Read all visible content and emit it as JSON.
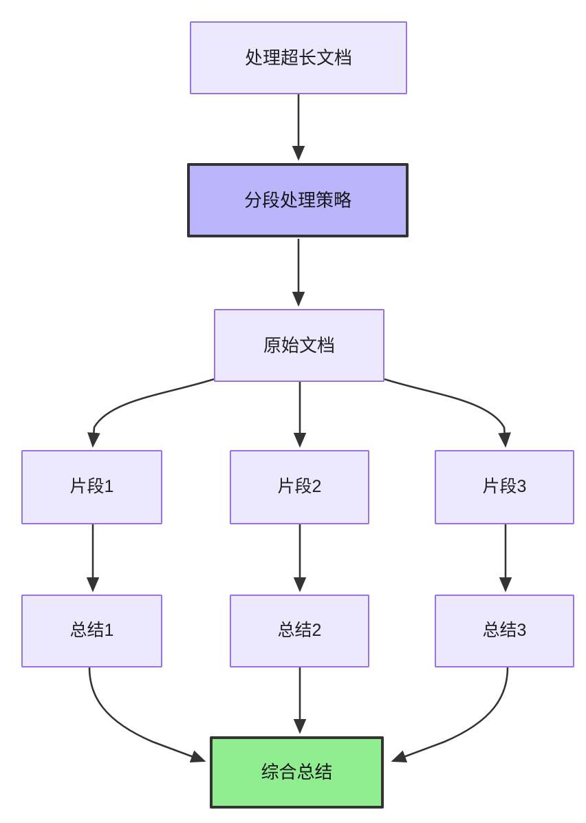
{
  "diagram": {
    "type": "flowchart",
    "direction": "top-down",
    "background_color": "#ffffff",
    "styles": {
      "default_fill": "#ECE8FD",
      "default_stroke": "#9673E0",
      "strategy_fill": "#BBB6FC",
      "strategy_stroke": "#333333",
      "final_fill": "#90EE90",
      "final_stroke": "#333333",
      "edge_color": "#333333",
      "text_color": "#1f1f20"
    },
    "nodes": [
      {
        "id": "doc",
        "label": "处理超长文档",
        "style": "default"
      },
      {
        "id": "strategy",
        "label": "分段处理策略",
        "style": "strategy"
      },
      {
        "id": "original",
        "label": "原始文档",
        "style": "default"
      },
      {
        "id": "chunk1",
        "label": "片段1",
        "style": "default"
      },
      {
        "id": "chunk2",
        "label": "片段2",
        "style": "default"
      },
      {
        "id": "chunk3",
        "label": "片段3",
        "style": "default"
      },
      {
        "id": "summary1",
        "label": "总结1",
        "style": "default"
      },
      {
        "id": "summary2",
        "label": "总结2",
        "style": "default"
      },
      {
        "id": "summary3",
        "label": "总结3",
        "style": "default"
      },
      {
        "id": "final",
        "label": "综合总结",
        "style": "final"
      }
    ],
    "edges": [
      {
        "from": "doc",
        "to": "strategy",
        "shape": "straight"
      },
      {
        "from": "strategy",
        "to": "original",
        "shape": "straight"
      },
      {
        "from": "original",
        "to": "chunk1",
        "shape": "curve-left"
      },
      {
        "from": "original",
        "to": "chunk2",
        "shape": "straight"
      },
      {
        "from": "original",
        "to": "chunk3",
        "shape": "curve-right"
      },
      {
        "from": "chunk1",
        "to": "summary1",
        "shape": "straight"
      },
      {
        "from": "chunk2",
        "to": "summary2",
        "shape": "straight"
      },
      {
        "from": "chunk3",
        "to": "summary3",
        "shape": "straight"
      },
      {
        "from": "summary1",
        "to": "final",
        "shape": "curve-right"
      },
      {
        "from": "summary2",
        "to": "final",
        "shape": "straight"
      },
      {
        "from": "summary3",
        "to": "final",
        "shape": "curve-left"
      }
    ]
  }
}
